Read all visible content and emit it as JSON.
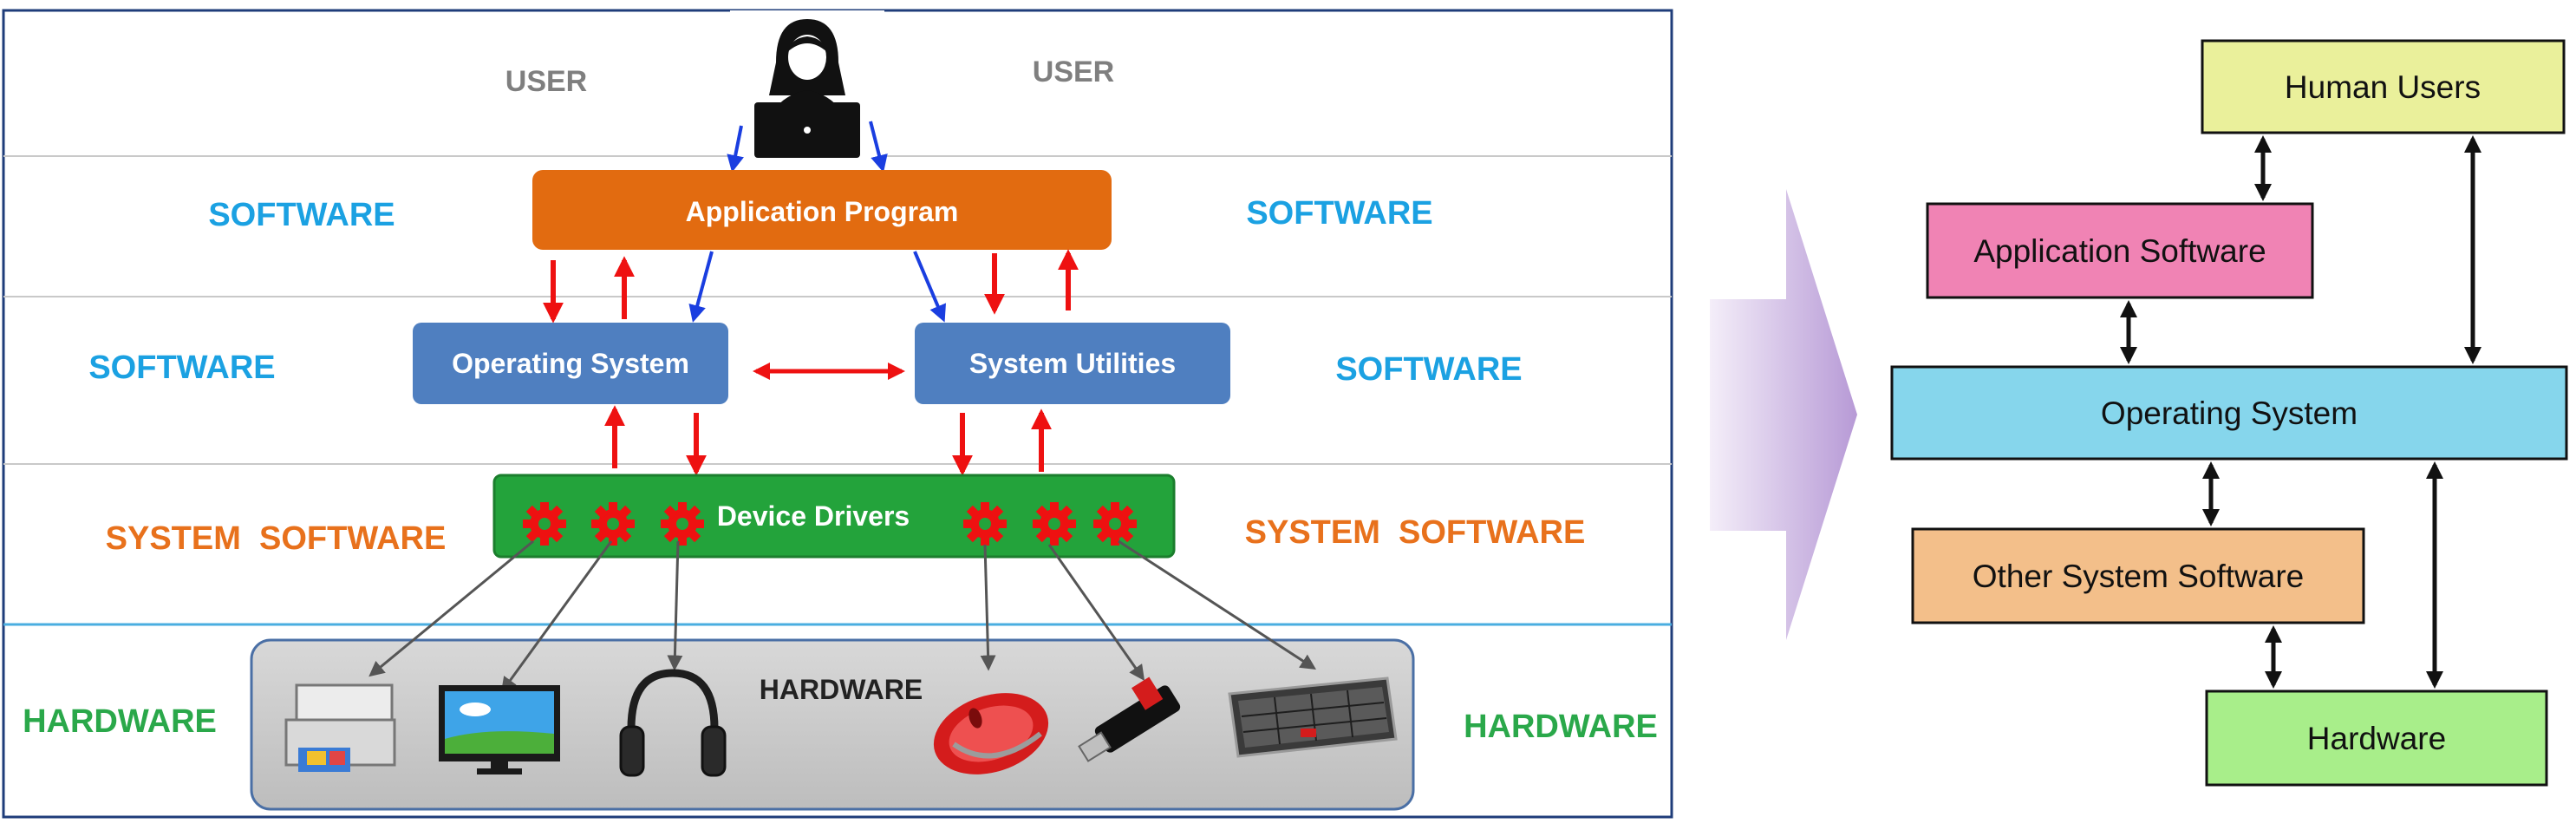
{
  "left_diagram": {
    "zones": {
      "user_left": "USER",
      "user_right": "USER",
      "software_top_left": "SOFTWARE",
      "software_top_right": "SOFTWARE",
      "software_mid_left": "SOFTWARE",
      "software_mid_right": "SOFTWARE",
      "system_software_left": "SYSTEM  SOFTWARE",
      "system_software_right": "SYSTEM  SOFTWARE",
      "hardware_left": "HARDWARE",
      "hardware_right": "HARDWARE",
      "hardware_center": "HARDWARE"
    },
    "boxes": {
      "application_program": "Application Program",
      "operating_system": "Operating System",
      "system_utilities": "System Utilities",
      "device_drivers": "Device Drivers"
    },
    "devices": [
      "printer",
      "monitor",
      "headphones",
      "mouse",
      "usb-drive",
      "keyboard"
    ]
  },
  "right_diagram": {
    "boxes": {
      "human_users": "Human Users",
      "application_software": "Application Software",
      "operating_system": "Operating System",
      "other_system_software": "Other System Software",
      "hardware": "Hardware"
    }
  },
  "colors": {
    "frame_border": "#1f3d7a",
    "user_label": "#7f7f7f",
    "software_label": "#1ba1e2",
    "system_software_label": "#e8711c",
    "hardware_label": "#2aa84a",
    "application_program_fill": "#e26b10",
    "os_fill": "#4f7fc0",
    "device_drivers_fill": "#23a33b",
    "red_arrow": "#ee1111",
    "blue_arrow": "#1a3ee0",
    "human_users_fill": "#eaf09b",
    "application_software_fill": "#f083b4",
    "operating_system_fill": "#86d6ec",
    "other_system_software_fill": "#f3bf8a",
    "hardware_fill": "#a8ee8a"
  }
}
